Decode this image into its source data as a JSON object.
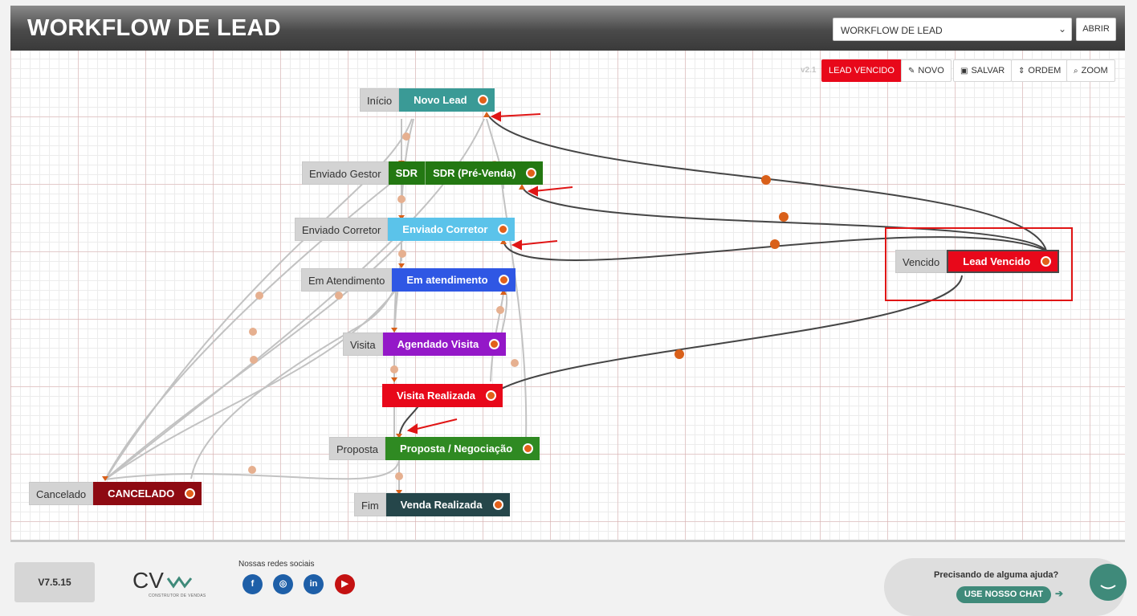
{
  "header": {
    "title": "WORKFLOW DE LEAD",
    "select_value": "WORKFLOW DE LEAD",
    "open_label": "ABRIR"
  },
  "toolbar": {
    "version": "v2.1",
    "active_label": "LEAD VENCIDO",
    "new_label": "NOVO",
    "save_label": "SALVAR",
    "order_label": "ORDEM",
    "zoom_label": "ZOOM"
  },
  "nodes": {
    "novo_lead": {
      "label": "Início",
      "name": "Novo Lead",
      "color": "#3a9a96"
    },
    "sdr": {
      "label": "Enviado Gestor",
      "prefix": "SDR",
      "name": "SDR (Pré-Venda)",
      "color": "#237812"
    },
    "corretor": {
      "label": "Enviado Corretor",
      "name": "Enviado Corretor",
      "color": "#5bc3ea"
    },
    "atendimento": {
      "label": "Em Atendimento",
      "name": "Em atendimento",
      "color": "#2f57e4"
    },
    "visita": {
      "label": "Visita",
      "name": "Agendado Visita",
      "color": "#9418c8"
    },
    "visita_realizada": {
      "name": "Visita Realizada",
      "color": "#e8081a"
    },
    "proposta": {
      "label": "Proposta",
      "name": "Proposta / Negociação",
      "color": "#2f8a22"
    },
    "venda": {
      "label": "Fim",
      "name": "Venda Realizada",
      "color": "#25464a"
    },
    "cancelado": {
      "label": "Cancelado",
      "name": "CANCELADO",
      "color": "#8e0a12"
    },
    "vencido": {
      "label": "Vencido",
      "name": "Lead Vencido",
      "color": "#e8081a"
    }
  },
  "footer": {
    "version": "V7.5.15",
    "logo_text": "CV",
    "logo_sub": "CONSTRUTOR DE VENDAS",
    "social_title": "Nossas redes sociais",
    "social": [
      {
        "name": "facebook",
        "glyph": "f",
        "color": "#1e5fa8"
      },
      {
        "name": "instagram",
        "glyph": "◎",
        "color": "#1e5fa8"
      },
      {
        "name": "linkedin",
        "glyph": "in",
        "color": "#1e5fa8"
      },
      {
        "name": "youtube",
        "glyph": "▶",
        "color": "#c41212"
      }
    ],
    "help_question": "Precisando de alguma ajuda?",
    "chat_label": "USE NOSSO CHAT"
  }
}
